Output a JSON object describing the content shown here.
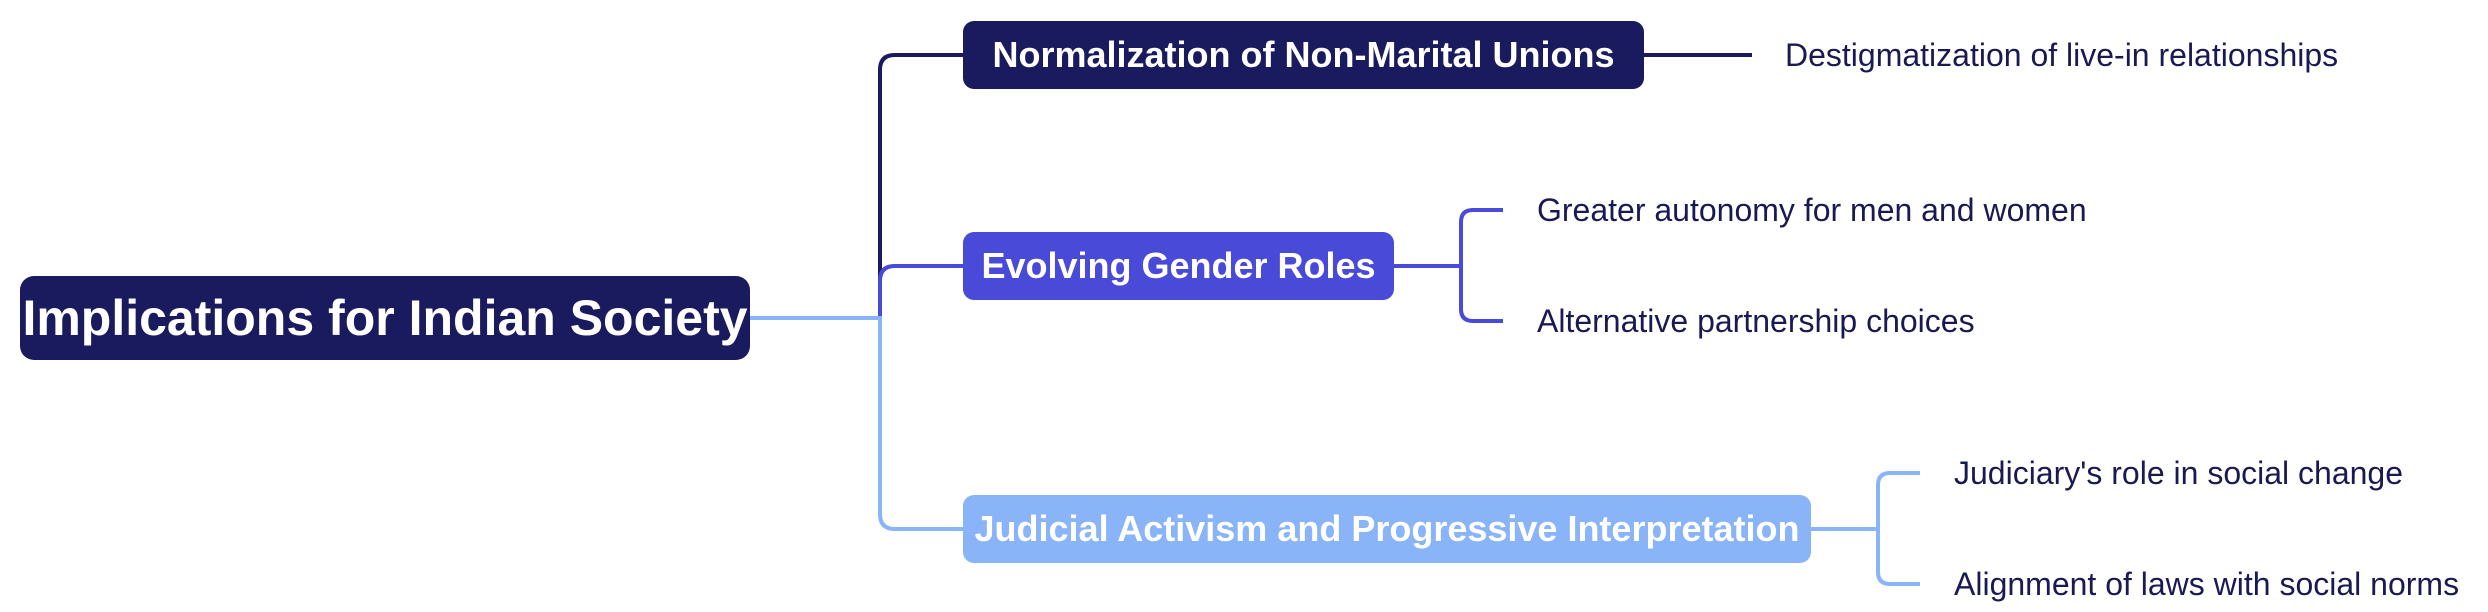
{
  "colors": {
    "text": "#1a1a52",
    "root": "#1a1a5e",
    "branch_1": "#1a1a5e",
    "branch_2": "#4a4ad8",
    "branch_3": "#8ab4f8"
  },
  "diagram": {
    "root": "Implications for Indian Society",
    "branches": [
      {
        "label": "Normalization of Non-Marital Unions",
        "children": [
          "Destigmatization of live-in relationships"
        ]
      },
      {
        "label": "Evolving Gender Roles",
        "children": [
          "Greater autonomy for men and women",
          "Alternative partnership choices"
        ]
      },
      {
        "label": "Judicial Activism and Progressive Interpretation",
        "children": [
          "Judiciary's role in social change",
          "Alignment of laws with social norms"
        ]
      }
    ]
  }
}
